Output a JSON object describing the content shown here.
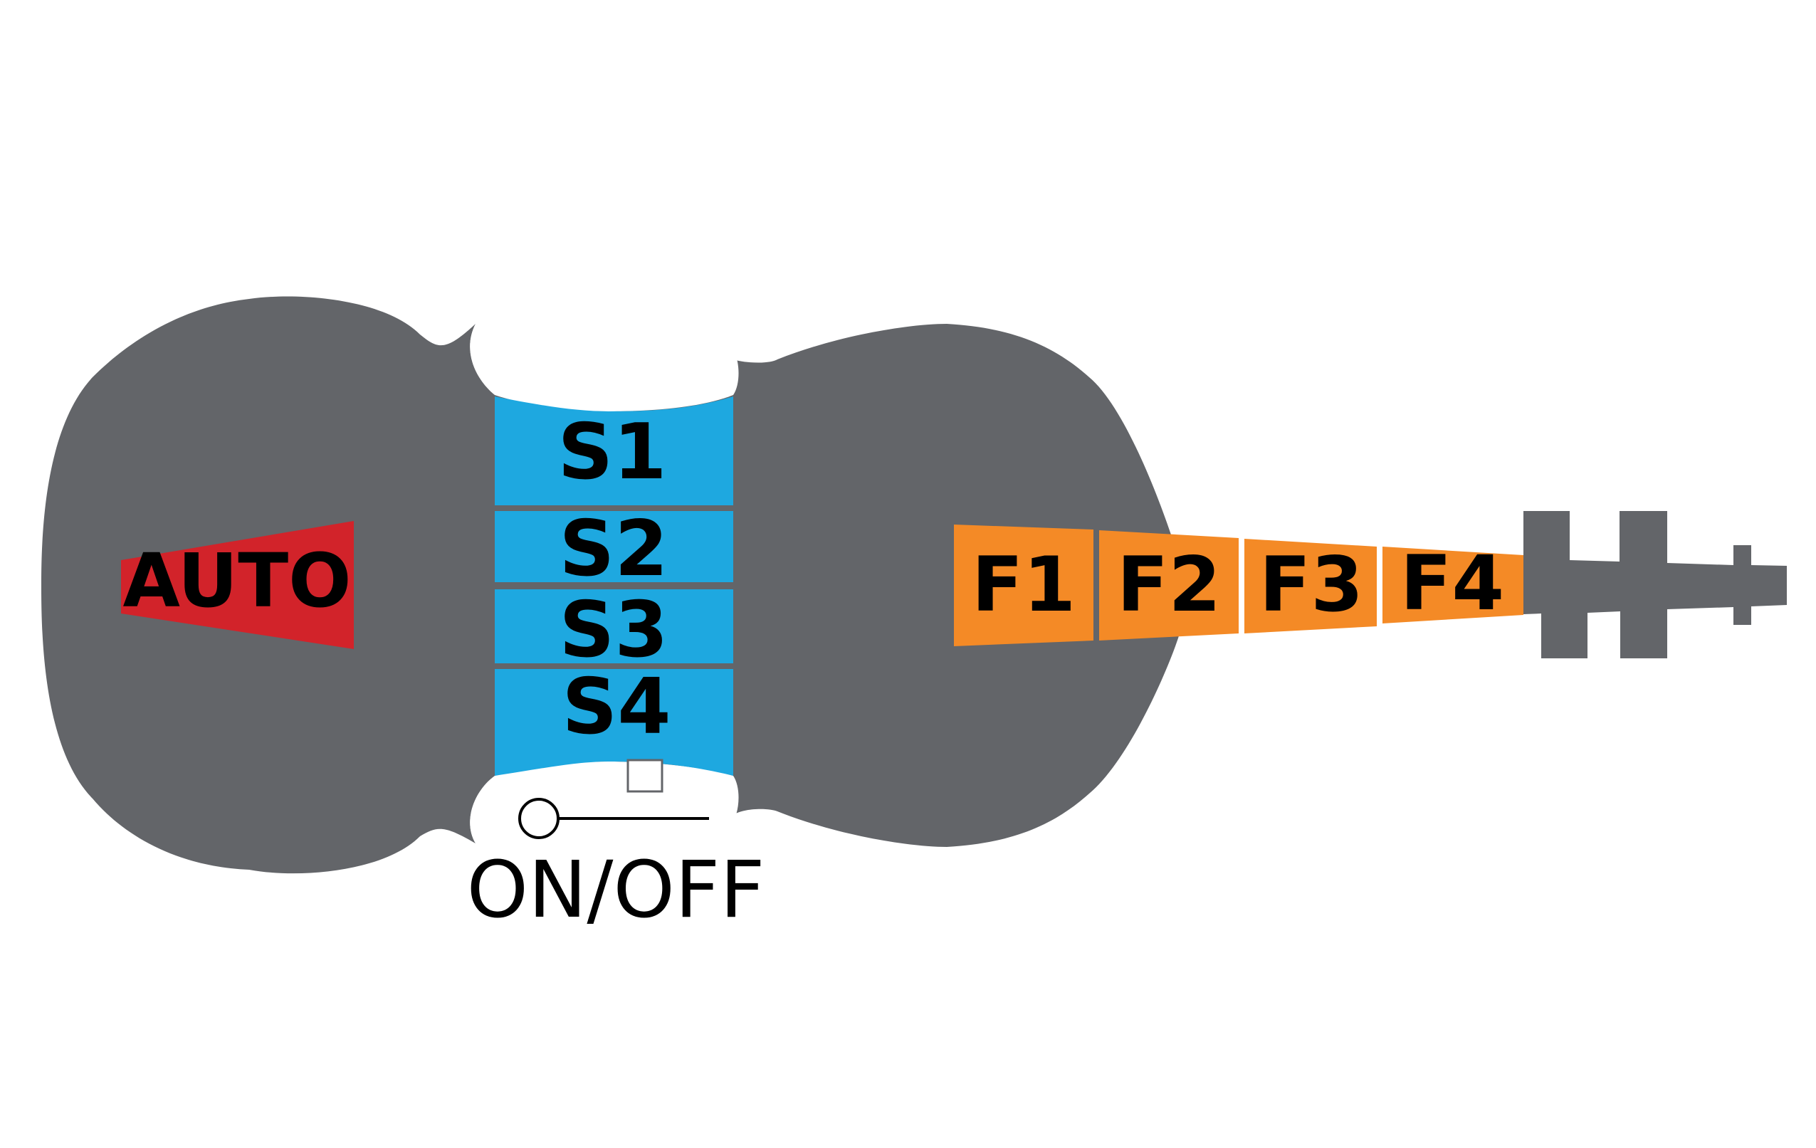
{
  "colors": {
    "body": "#636569",
    "auto": "#d2232a",
    "strings": "#1ea8e0",
    "frets": "#f48a26",
    "divider": "#636569",
    "text": "#000000",
    "background": "#ffffff"
  },
  "auto": {
    "label": "AUTO"
  },
  "strings": [
    {
      "label": "S1"
    },
    {
      "label": "S2"
    },
    {
      "label": "S3"
    },
    {
      "label": "S4"
    }
  ],
  "frets": [
    {
      "label": "F1"
    },
    {
      "label": "F2"
    },
    {
      "label": "F3"
    },
    {
      "label": "F4"
    }
  ],
  "power": {
    "label": "ON/OFF"
  }
}
